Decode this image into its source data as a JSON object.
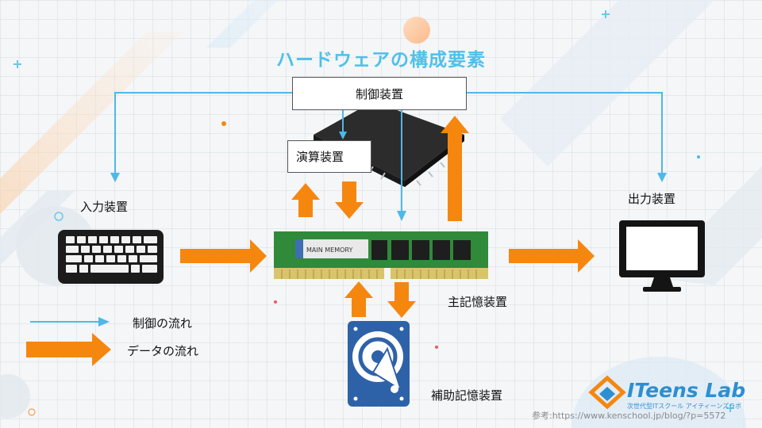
{
  "title": "ハードウェアの構成要素",
  "components": {
    "control_unit": "制御装置",
    "arithmetic_unit": "演算装置",
    "input_device": "入力装置",
    "output_device": "出力装置",
    "main_memory": "主記憶装置",
    "auxiliary_storage": "補助記憶装置"
  },
  "ram_chip_label": "MAIN MEMORY",
  "legend": {
    "control_flow": "制御の流れ",
    "data_flow": "データの流れ"
  },
  "logo": {
    "name": "ITeens Lab",
    "tagline": "次世代型ITスクール アイティーンズラボ"
  },
  "credit": "参考:https://www.kenschool.jp/blog/?p=5572",
  "colors": {
    "control_arrow": "#4fb8e6",
    "data_arrow": "#f5870f",
    "title": "#4fc0ea"
  },
  "icons": [
    "keyboard-icon",
    "monitor-icon",
    "hard-disk-icon",
    "cpu-chip-icon",
    "ram-module-icon"
  ]
}
